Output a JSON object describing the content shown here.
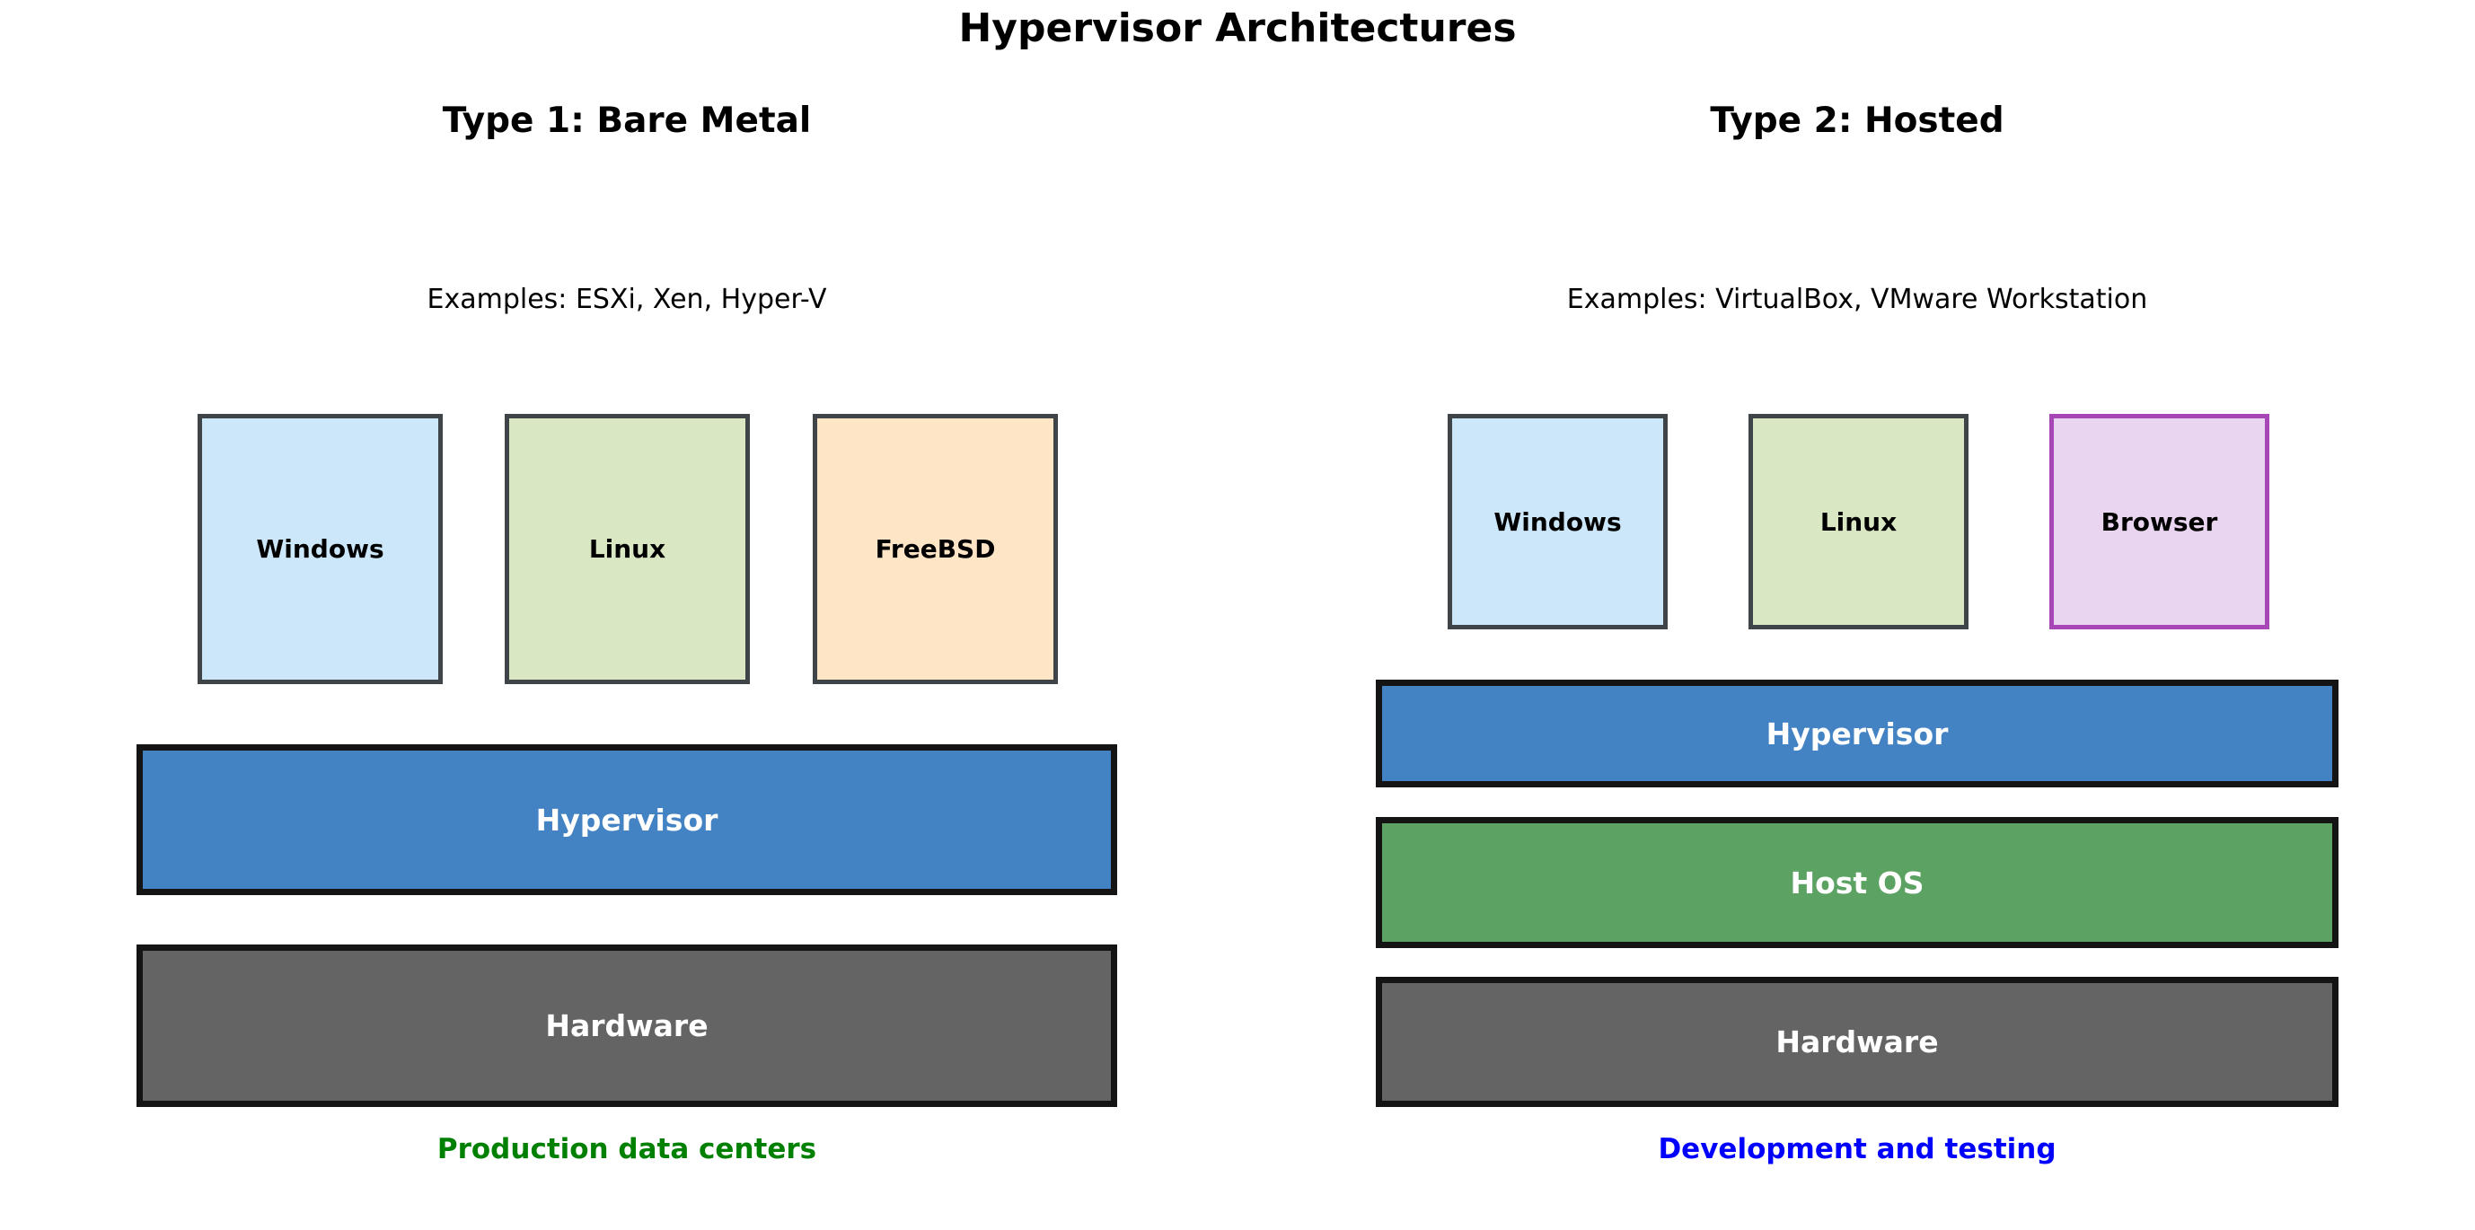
{
  "title": "Hypervisor Architectures",
  "panels": {
    "type1": {
      "heading": "Type 1: Bare Metal",
      "examples": "Examples: ESXi, Xen, Hyper-V",
      "vms": [
        {
          "label": "Windows",
          "fill": "#cbe7f9",
          "border": "#3f4449"
        },
        {
          "label": "Linux",
          "fill": "#d9e7c3",
          "border": "#3f4449"
        },
        {
          "label": "FreeBSD",
          "fill": "#fde5c5",
          "border": "#3f4449"
        }
      ],
      "layers": [
        {
          "label": "Hypervisor",
          "fill": "#4383c4",
          "border": "#141414",
          "text_color": "#ffffff"
        },
        {
          "label": "Hardware",
          "fill": "#646464",
          "border": "#141414",
          "text_color": "#ffffff"
        }
      ],
      "caption": {
        "text": "Production data centers",
        "color": "#008000"
      }
    },
    "type2": {
      "heading": "Type 2: Hosted",
      "examples": "Examples: VirtualBox, VMware Workstation",
      "vms": [
        {
          "label": "Windows",
          "fill": "#cbe7f9",
          "border": "#3f4449"
        },
        {
          "label": "Linux",
          "fill": "#d9e7c3",
          "border": "#3f4449"
        },
        {
          "label": "Browser",
          "fill": "#ead5f0",
          "border": "#a746b5"
        }
      ],
      "layers": [
        {
          "label": "Hypervisor",
          "fill": "#4383c4",
          "border": "#141414",
          "text_color": "#ffffff"
        },
        {
          "label": "Host OS",
          "fill": "#5ba263",
          "border": "#141414",
          "text_color": "#ffffff"
        },
        {
          "label": "Hardware",
          "fill": "#646464",
          "border": "#141414",
          "text_color": "#ffffff"
        }
      ],
      "caption": {
        "text": "Development and testing",
        "color": "#0000ff"
      }
    }
  }
}
